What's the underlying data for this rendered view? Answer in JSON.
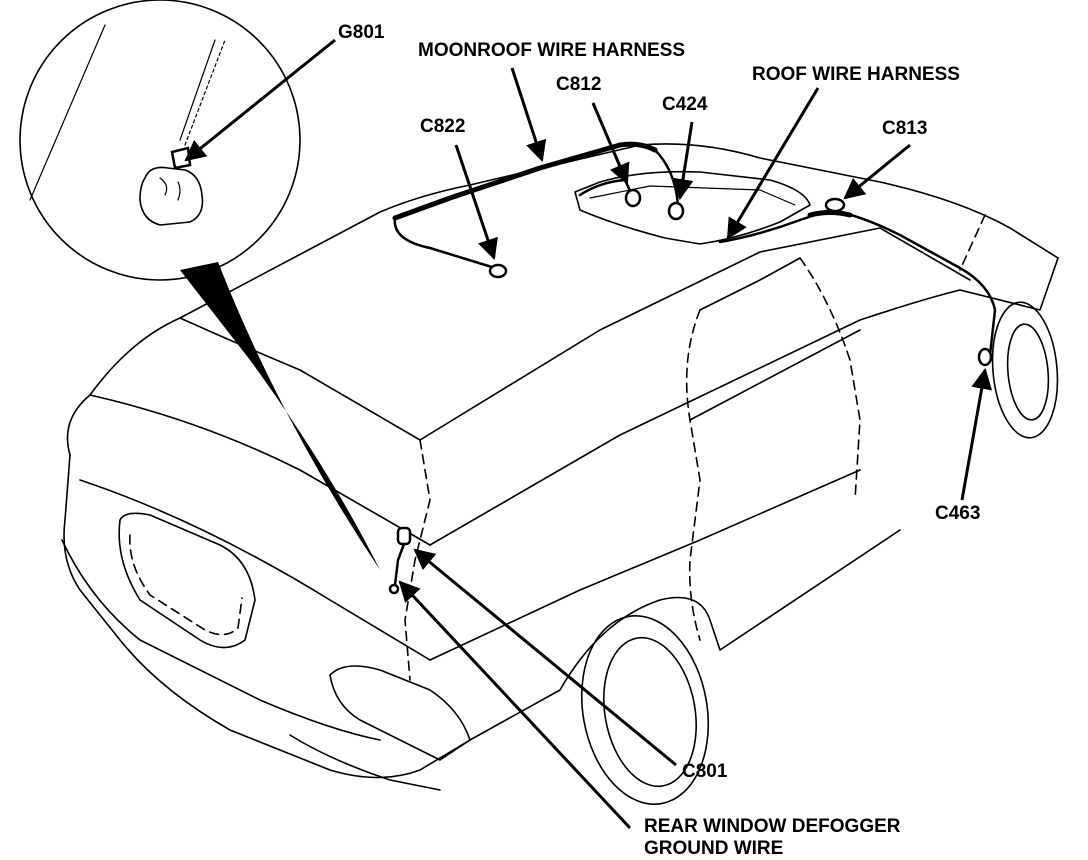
{
  "labels": {
    "g801": "G801",
    "moonroof_harness": "MOONROOF WIRE HARNESS",
    "c812": "C812",
    "c424": "C424",
    "roof_harness": "ROOF WIRE HARNESS",
    "c822": "C822",
    "c813": "C813",
    "c463": "C463",
    "c801": "C801",
    "defogger_line1": "REAR WINDOW DEFOGGER",
    "defogger_line2": "GROUND WIRE"
  }
}
